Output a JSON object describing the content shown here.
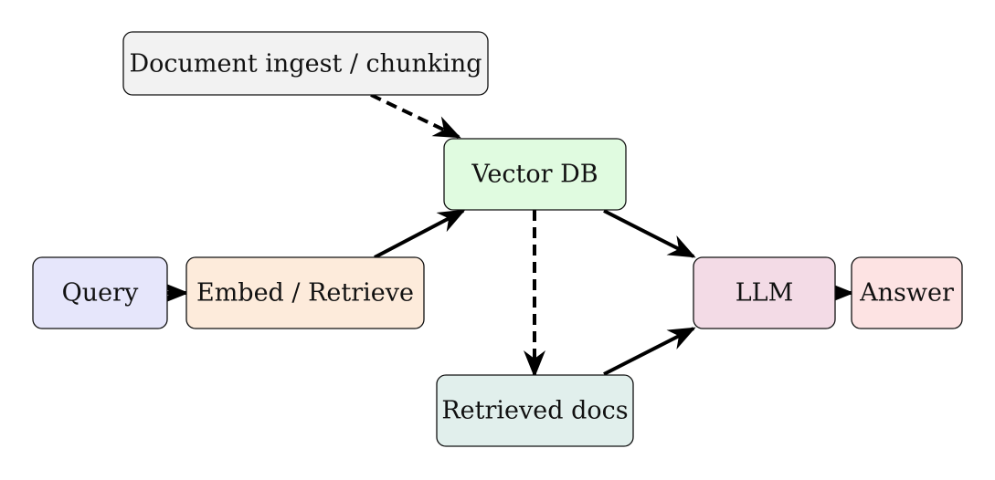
{
  "nodes": {
    "ingest": {
      "label": "Document ingest / chunking",
      "color": "#f2f2f2"
    },
    "vectordb": {
      "label": "Vector DB",
      "color": "#e0fbe0"
    },
    "query": {
      "label": "Query",
      "color": "#e6e6fb"
    },
    "embed": {
      "label": "Embed / Retrieve",
      "color": "#fdebdb"
    },
    "llm": {
      "label": "LLM",
      "color": "#f3dbe6"
    },
    "answer": {
      "label": "Answer",
      "color": "#fde3e3"
    },
    "docs": {
      "label": "Retrieved docs",
      "color": "#e1efec"
    }
  },
  "edges": [
    {
      "from": "ingest",
      "to": "vectordb",
      "style": "dashed"
    },
    {
      "from": "query",
      "to": "embed",
      "style": "solid"
    },
    {
      "from": "embed",
      "to": "vectordb",
      "style": "solid"
    },
    {
      "from": "vectordb",
      "to": "docs",
      "style": "dashed"
    },
    {
      "from": "vectordb",
      "to": "llm",
      "style": "solid"
    },
    {
      "from": "docs",
      "to": "llm",
      "style": "solid"
    },
    {
      "from": "llm",
      "to": "answer",
      "style": "solid"
    }
  ]
}
